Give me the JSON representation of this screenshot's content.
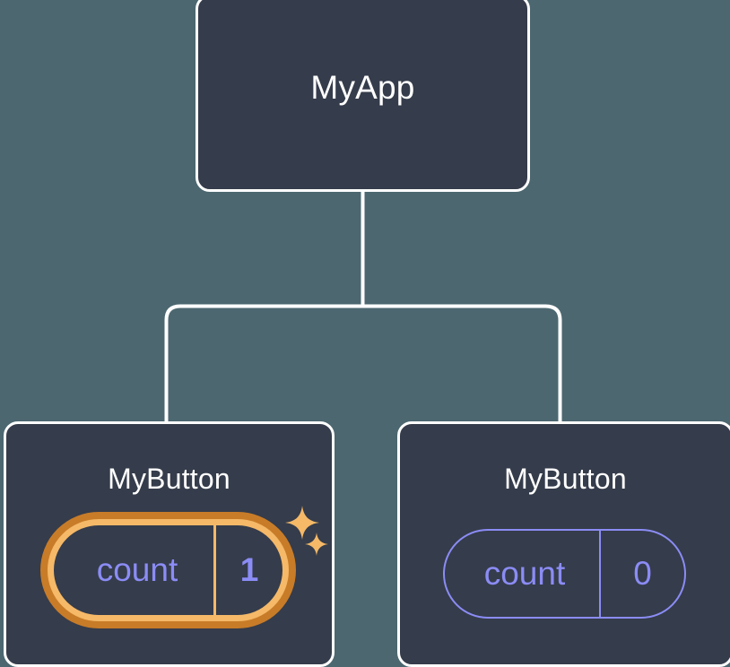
{
  "diagram": {
    "type": "component-tree",
    "background_color": "#4c6770",
    "node_fill_color": "#353c4b",
    "node_border_color": "#ffffff",
    "connector_color": "#ffffff",
    "highlight_outer_color": "#c87c28",
    "highlight_inner_color": "#f5b968",
    "state_text_color": "#8b8cf5",
    "root": {
      "title": "MyApp"
    },
    "children": [
      {
        "title": "MyButton",
        "highlighted": true,
        "state": {
          "key": "count",
          "value": "1"
        },
        "sparkles": [
          {
            "name": "sparkle-large"
          },
          {
            "name": "sparkle-small"
          }
        ]
      },
      {
        "title": "MyButton",
        "highlighted": false,
        "state": {
          "key": "count",
          "value": "0"
        }
      }
    ]
  }
}
